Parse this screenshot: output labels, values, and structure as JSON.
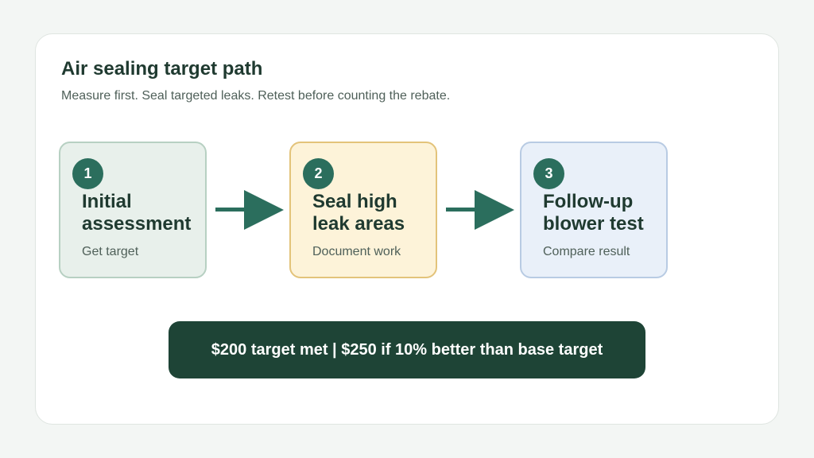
{
  "title": "Air sealing target path",
  "subtitle": "Measure first. Seal targeted leaks. Retest before counting the rebate.",
  "steps": [
    {
      "number": "1",
      "title": "Initial assessment",
      "subtitle": "Get target"
    },
    {
      "number": "2",
      "title": "Seal high leak areas",
      "subtitle": "Document work"
    },
    {
      "number": "3",
      "title": "Follow-up blower test",
      "subtitle": "Compare result"
    }
  ],
  "banner": "$200 target met | $250 if 10% better than base target",
  "colors": {
    "accent": "#2b6e5d",
    "banner": "#1e4436",
    "step1_fill": "#e8f0eb",
    "step2_fill": "#fdf3d9",
    "step3_fill": "#e9f0f9"
  }
}
